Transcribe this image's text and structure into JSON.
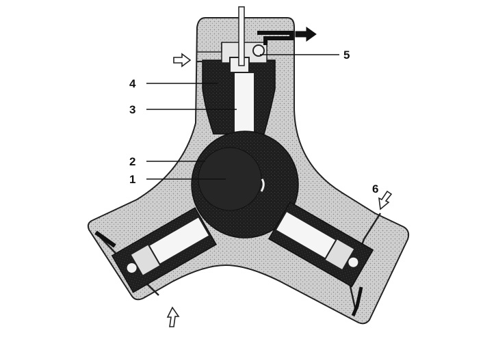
{
  "diagram": {
    "callouts": [
      {
        "id": "1",
        "label": "1"
      },
      {
        "id": "2",
        "label": "2"
      },
      {
        "id": "3",
        "label": "3"
      },
      {
        "id": "4",
        "label": "4"
      },
      {
        "id": "5",
        "label": "5"
      },
      {
        "id": "6",
        "label": "6"
      }
    ],
    "colors": {
      "housing": "#cfcfcf",
      "dark": "#1c1c1c",
      "piston": "#f4f4f4",
      "line": "#222222",
      "background": "#ffffff"
    },
    "arrows": [
      "outlet-arrow",
      "inlet-arrow-top",
      "inlet-arrow-right",
      "inlet-arrow-bottom"
    ]
  }
}
